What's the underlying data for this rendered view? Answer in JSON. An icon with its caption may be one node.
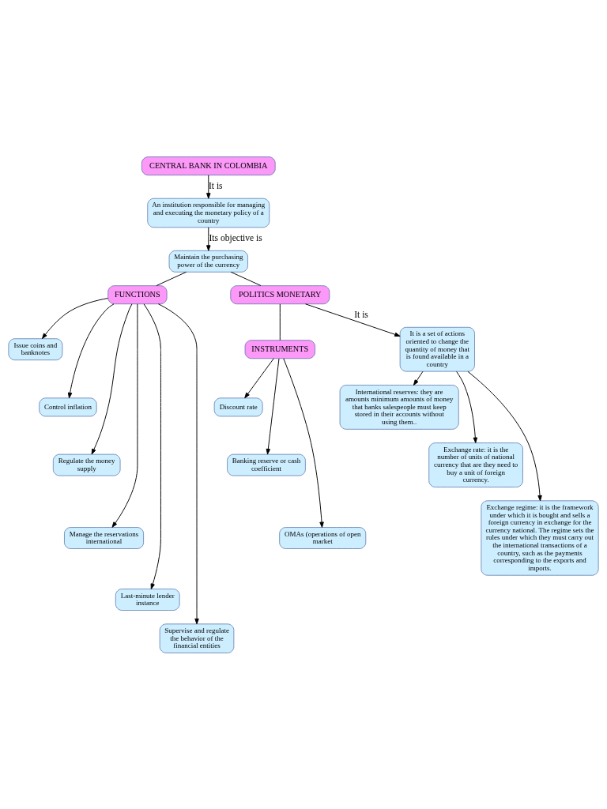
{
  "diagram": {
    "nodes": [
      {
        "text": [
          "CENTRAL BANK IN COLOMBIA"
        ]
      },
      {
        "text": [
          "An institution responsible for managing and executing the monetary policy of a country"
        ]
      },
      {
        "text": [
          "Maintain the purchasing power of the currency"
        ]
      },
      {
        "text": [
          "FUNCTIONS"
        ]
      },
      {
        "text": [
          "Issue coins and banknotes"
        ]
      },
      {
        "text": [
          "Control inflation"
        ]
      },
      {
        "text": [
          "Regulate the money supply"
        ]
      },
      {
        "text": [
          "Manage the reservations international"
        ]
      },
      {
        "text": [
          "Last-minute lender instance"
        ]
      },
      {
        "text": [
          "Supervise and regulate the behavior of the financial entities"
        ]
      },
      {
        "text": [
          "INSTRUMENTS"
        ]
      },
      {
        "text": [
          "Discount rate"
        ]
      },
      {
        "text": [
          "Banking reserve or cash coefficient"
        ]
      },
      {
        "text": [
          "OMAs (operations of open market"
        ]
      },
      {
        "text": [
          "POLITICS MONETARY"
        ]
      },
      {
        "text": [
          "It is a set of actions oriented to change the quantity of money that is found available in a country"
        ]
      },
      {
        "text": [
          "International reserves: they are amounts minimum amounts of money that banks salespeople must keep stored in their accounts without using them.."
        ]
      },
      {
        "text": [
          "Exchange rate: it is the number of units of national currency that are they need to buy a unit of foreign currency."
        ]
      },
      {
        "text": [
          "Exchange regime: it is the framework under which it is bought and sells a foreign currency in exchange for the currency national. The regime sets the rules under which they must carry out the international transactions of a country, such as the payments corresponding to the exports and imports."
        ]
      }
    ],
    "edges": [
      {
        "from": 0,
        "to": 1,
        "arrow": "to",
        "label": "It is"
      },
      {
        "from": 1,
        "to": 2,
        "arrow": "to",
        "label": "Its objective is"
      },
      {
        "from": 2,
        "to": 3,
        "arrow": "none"
      },
      {
        "from": 2,
        "to": 14,
        "arrow": "none"
      },
      {
        "from": 3,
        "to": 4,
        "arrow": "to"
      },
      {
        "from": 3,
        "to": 5,
        "arrow": "to"
      },
      {
        "from": 3,
        "to": 6,
        "arrow": "to"
      },
      {
        "from": 3,
        "to": 7,
        "arrow": "to"
      },
      {
        "from": 3,
        "to": 8,
        "arrow": "to"
      },
      {
        "from": 3,
        "to": 9,
        "arrow": "to"
      },
      {
        "from": 14,
        "to": 10,
        "arrow": "none"
      },
      {
        "from": 10,
        "to": 11,
        "arrow": "to"
      },
      {
        "from": 10,
        "to": 12,
        "arrow": "to"
      },
      {
        "from": 10,
        "to": 13,
        "arrow": "to"
      },
      {
        "from": 14,
        "to": 15,
        "arrow": "to",
        "label": "It is"
      },
      {
        "from": 15,
        "to": 16,
        "arrow": "to"
      },
      {
        "from": 15,
        "to": 17,
        "arrow": "to"
      },
      {
        "from": 15,
        "to": 18,
        "arrow": "to"
      }
    ]
  }
}
